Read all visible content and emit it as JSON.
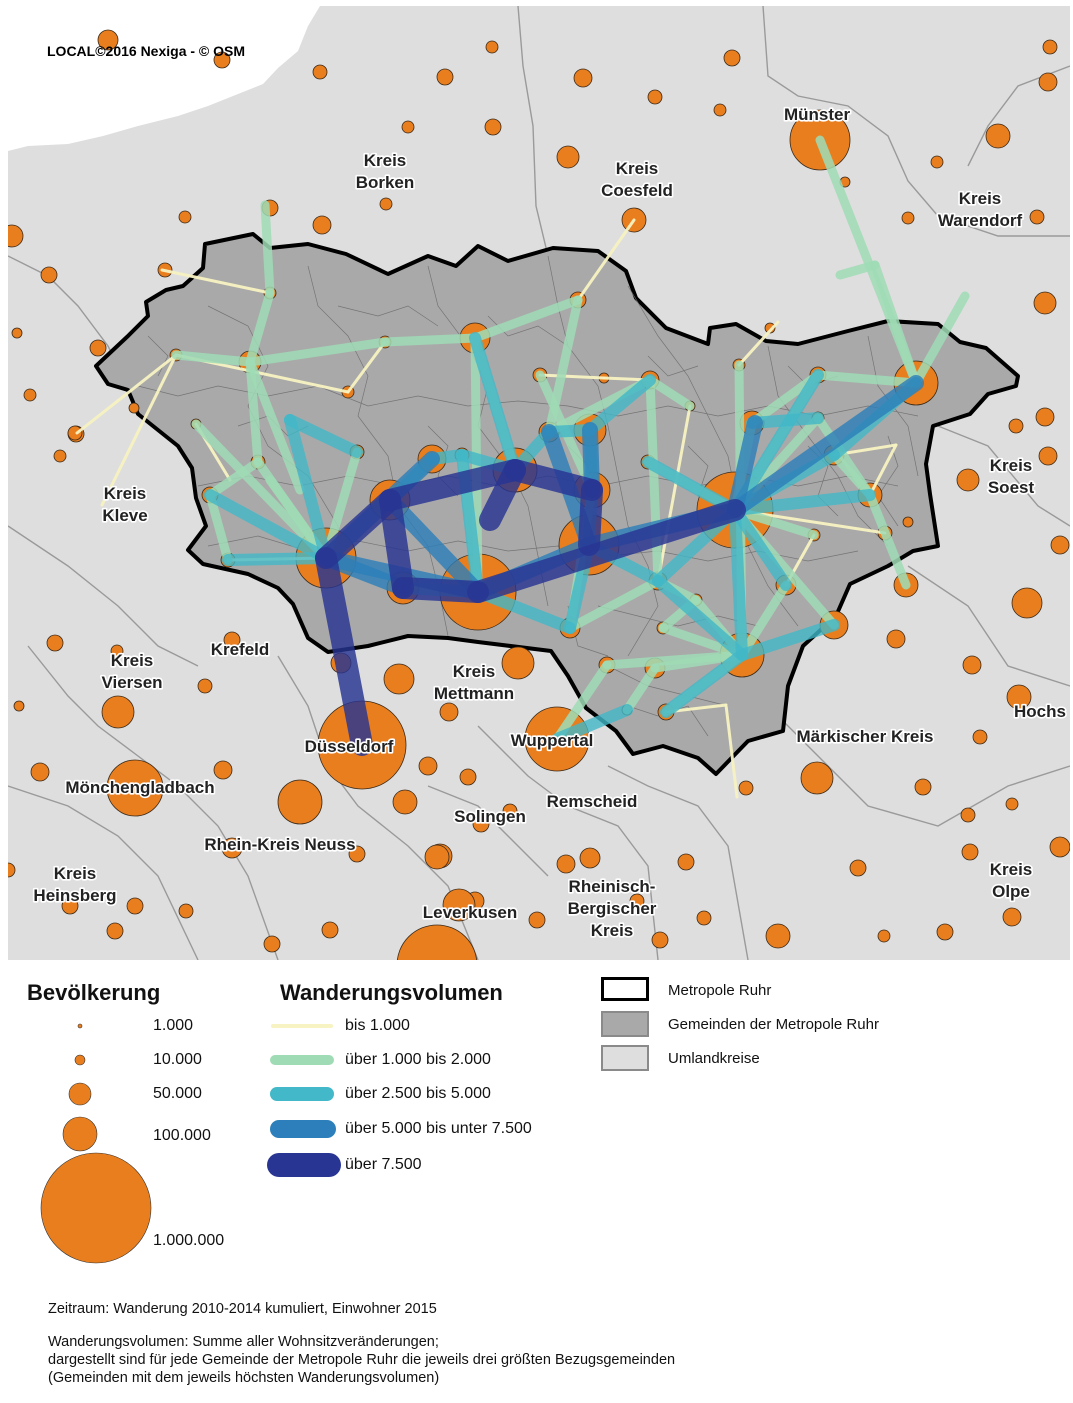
{
  "credit": "LOCAL©2016 Nexiga - © OSM",
  "colors": {
    "umland": "#dedede",
    "ruhr": "#a9a9a9",
    "circle": "#e87e1e",
    "flow_bis_1000": "#f7f3c2",
    "flow_1000_2000": "#9fdcb6",
    "flow_2500_5000": "#42b8c8",
    "flow_5000_7500": "#2c7fba",
    "flow_ueber_7500": "#283593"
  },
  "labels": [
    {
      "lines": [
        "Kreis",
        "Borken"
      ]
    },
    {
      "lines": [
        "Kreis",
        "Coesfeld"
      ]
    },
    {
      "lines": [
        "Münster"
      ]
    },
    {
      "lines": [
        "Kreis",
        "Warendorf"
      ]
    },
    {
      "lines": [
        "Kreis",
        "Kleve"
      ]
    },
    {
      "lines": [
        "Kreis",
        "Soest"
      ]
    },
    {
      "lines": [
        "Krefeld"
      ]
    },
    {
      "lines": [
        "Kreis",
        "Viersen"
      ]
    },
    {
      "lines": [
        "Kreis",
        "Mettmann"
      ]
    },
    {
      "lines": [
        "Düsseldorf"
      ]
    },
    {
      "lines": [
        "Wuppertal"
      ]
    },
    {
      "lines": [
        "Märkischer Kreis"
      ]
    },
    {
      "lines": [
        "Hochs"
      ]
    },
    {
      "lines": [
        "Mönchengladbach"
      ]
    },
    {
      "lines": [
        "Remscheid"
      ]
    },
    {
      "lines": [
        "Solingen"
      ]
    },
    {
      "lines": [
        "Rhein-Kreis Neuss"
      ]
    },
    {
      "lines": [
        "Kreis",
        "Heinsberg"
      ]
    },
    {
      "lines": [
        "Rheinisch-",
        "Bergischer",
        "Kreis"
      ]
    },
    {
      "lines": [
        "Leverkusen"
      ]
    },
    {
      "lines": [
        "Kreis",
        "Olpe"
      ]
    }
  ],
  "legend": {
    "bevoelkerung": {
      "title": "Bevölkerung",
      "items": [
        {
          "label": "1.000",
          "population": 1000
        },
        {
          "label": "10.000",
          "population": 10000
        },
        {
          "label": "50.000",
          "population": 50000
        },
        {
          "label": "100.000",
          "population": 100000
        },
        {
          "label": "1.000.000",
          "population": 1000000
        }
      ]
    },
    "wanderungsvolumen": {
      "title": "Wanderungsvolumen",
      "items": [
        {
          "label": "bis 1.000",
          "color": "#f7f3c2"
        },
        {
          "label": "über 1.000 bis 2.000",
          "color": "#9fdcb6"
        },
        {
          "label": "über 2.500 bis 5.000",
          "color": "#42b8c8"
        },
        {
          "label": "über 5.000 bis unter 7.500",
          "color": "#2c7fba"
        },
        {
          "label": "über 7.500",
          "color": "#283593"
        }
      ]
    },
    "areas": [
      {
        "label": "Metropole Ruhr"
      },
      {
        "label": "Gemeinden der Metropole Ruhr"
      },
      {
        "label": "Umlandkreise"
      }
    ]
  },
  "footnote": {
    "line1": "Zeitraum: Wanderung 2010-2014 kumuliert, Einwohner 2015",
    "line2": "Wanderungsvolumen: Summe aller Wohnsitzveränderungen;",
    "line3": "dargestellt sind für jede Gemeinde der Metropole Ruhr die jeweils drei größten Bezugsgemeinden",
    "line4": "(Gemeinden mit dem jeweils höchsten Wanderungsvolumen)"
  }
}
